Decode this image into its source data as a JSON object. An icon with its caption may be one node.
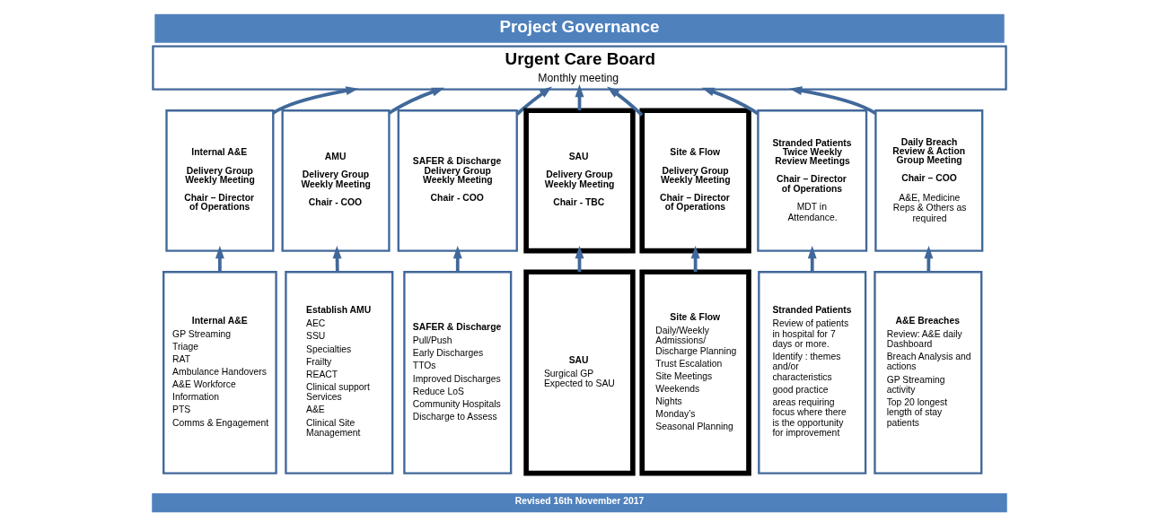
{
  "diagram": {
    "title": "Project Governance",
    "caption": "Revised 16th November 2017",
    "nodes": [
      {
        "text": [
          "Urgent Care Board",
          "Monthly meeting"
        ]
      },
      {
        "text": [
          "Internal A&E",
          "Delivery Group Weekly Meeting",
          "Chair – Director of Operations"
        ]
      },
      {
        "text": [
          "AMU",
          "Delivery Group Weekly Meeting",
          "Chair - COO"
        ]
      },
      {
        "text": [
          "SAFER & Discharge Delivery Group Weekly Meeting",
          "Chair - COO"
        ]
      },
      {
        "text": [
          "SAU",
          "Delivery Group Weekly Meeting",
          "Chair - TBC"
        ]
      },
      {
        "text": [
          "Site & Flow",
          "Delivery Group Weekly Meeting",
          "Chair – Director of Operations"
        ]
      },
      {
        "text": [
          "Stranded Patients Twice Weekly Review Meetings",
          "Chair – Director of Operations",
          "MDT in Attendance."
        ]
      },
      {
        "text": [
          "Daily Breach Review & Action Group Meeting",
          "Chair – COO",
          "A&E, Medicine Reps & Others as required"
        ]
      },
      {
        "text": [
          "Internal A&E",
          "GP Streaming",
          "Triage",
          "RAT",
          "Ambulance Handovers",
          "A&E Workforce",
          "Information",
          "PTS",
          "Comms & Engagement"
        ]
      },
      {
        "text": [
          "Establish AMU",
          "AEC",
          "SSU",
          "Specialties",
          "Frailty",
          "REACT",
          "Clinical support Services",
          "A&E",
          "Clinical Site Management"
        ]
      },
      {
        "text": [
          "SAFER & Discharge",
          "Pull/Push",
          "Early Discharges",
          "TTOs",
          "Improved Discharges",
          "Reduce LoS",
          "Community Hospitals",
          "Discharge to Assess"
        ]
      },
      {
        "text": [
          "SAU",
          "Surgical GP Expected to SAU"
        ]
      },
      {
        "text": [
          "Site & Flow",
          "Daily/Weekly Admissions/ Discharge Planning",
          "Trust Escalation",
          "Site Meetings",
          "Weekends",
          "Nights",
          "Monday’s",
          "Seasonal Planning"
        ]
      },
      {
        "text": [
          "Stranded Patients",
          "Review of patients in hospital for 7 days or more.",
          "Identify : themes and/or characteristics",
          "good practice",
          "areas requiring focus where there is the opportunity for improvement"
        ]
      },
      {
        "text": [
          "A&E Breaches",
          "Review: A&E daily Dashboard",
          "Breach Analysis and actions",
          "GP Streaming activity",
          "Top 20 longest length of stay patients"
        ]
      }
    ],
    "edges": [
      {
        "from": 1,
        "to": 0,
        "arrow": "to"
      },
      {
        "from": 2,
        "to": 0,
        "arrow": "to"
      },
      {
        "from": 3,
        "to": 0,
        "arrow": "to"
      },
      {
        "from": 4,
        "to": 0,
        "arrow": "to"
      },
      {
        "from": 5,
        "to": 0,
        "arrow": "to"
      },
      {
        "from": 6,
        "to": 0,
        "arrow": "to"
      },
      {
        "from": 7,
        "to": 0,
        "arrow": "to"
      },
      {
        "from": 8,
        "to": 1,
        "arrow": "to"
      },
      {
        "from": 9,
        "to": 2,
        "arrow": "to"
      },
      {
        "from": 10,
        "to": 3,
        "arrow": "to"
      },
      {
        "from": 11,
        "to": 4,
        "arrow": "to"
      },
      {
        "from": 12,
        "to": 5,
        "arrow": "to"
      },
      {
        "from": 13,
        "to": 6,
        "arrow": "to"
      },
      {
        "from": 14,
        "to": 7,
        "arrow": "to"
      }
    ]
  }
}
